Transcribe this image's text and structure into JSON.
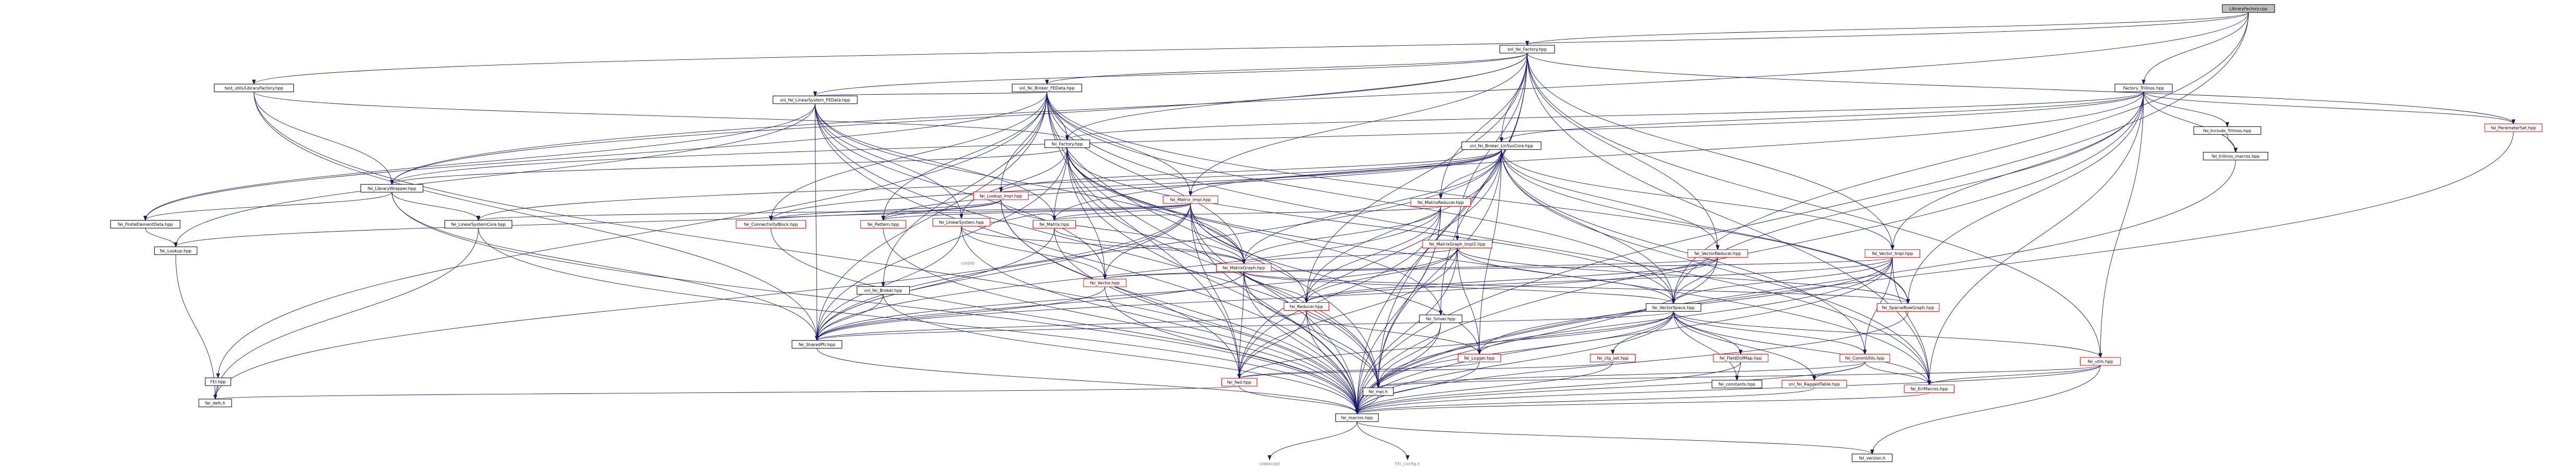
{
  "colors": {
    "edge": "#191970",
    "root_fill": "#bfbfbf",
    "node_fill": "#ffffff",
    "node_border": "#000000",
    "link_text": "#000000",
    "red_text": "#ff0000",
    "plain_text": "#7f7f7f"
  },
  "nodes": [
    {
      "id": "libfac",
      "label": "LibraryFactory.cpp",
      "style": "root"
    },
    {
      "id": "stdfac",
      "label": "snl_fei_Factory.hpp",
      "style": "normal"
    },
    {
      "id": "testlib",
      "label": "test_utils/LibraryFactory.hpp",
      "style": "normal"
    },
    {
      "id": "brokerfe",
      "label": "snl_fei_Broker_FEData.hpp",
      "style": "normal"
    },
    {
      "id": "factrilinos",
      "label": "Factory_Trilinos.hpp",
      "style": "normal"
    },
    {
      "id": "linsysfe",
      "label": "snl_fei_LinearSystem_FEData.hpp",
      "style": "normal"
    },
    {
      "id": "brokerlsc",
      "label": "snl_fei_Broker_LinSysCore.hpp",
      "style": "normal"
    },
    {
      "id": "incltri",
      "label": "fei_Include_Trilinos.hpp",
      "style": "normal"
    },
    {
      "id": "paramset",
      "label": "fei_ParameterSet.hpp",
      "style": "red"
    },
    {
      "id": "fac",
      "label": "fei_Factory.hpp",
      "style": "normal"
    },
    {
      "id": "trimacros",
      "label": "fei_trilinos_macros.hpp",
      "style": "normal"
    },
    {
      "id": "libwrap",
      "label": "fei_LibraryWrapper.hpp",
      "style": "normal"
    },
    {
      "id": "lookupimpl",
      "label": "fei_Lookup_Impl.hpp",
      "style": "red"
    },
    {
      "id": "linsys",
      "label": "fei_LinearSystem.hpp",
      "style": "red"
    },
    {
      "id": "matimpl",
      "label": "fei_Matrix_Impl.hpp",
      "style": "red"
    },
    {
      "id": "matreducer",
      "label": "fei_MatrixReducer.hpp",
      "style": "red"
    },
    {
      "id": "fieldeff",
      "label": "fei_FiniteElementData.hpp",
      "style": "normal"
    },
    {
      "id": "lsc",
      "label": "fei_LinearSystemCore.hpp",
      "style": "normal"
    },
    {
      "id": "connblock",
      "label": "fei_ConnectivityBlock.hpp",
      "style": "red"
    },
    {
      "id": "pattern",
      "label": "fei_Pattern.hpp",
      "style": "red"
    },
    {
      "id": "matrix",
      "label": "fei_Matrix.hpp",
      "style": "red"
    },
    {
      "id": "matgraphimpl",
      "label": "fei_MatrixGraph_Impl2.hpp",
      "style": "red"
    },
    {
      "id": "vecreducer",
      "label": "fei_VectorReducer.hpp",
      "style": "red"
    },
    {
      "id": "vecimpl",
      "label": "fei_Vector_Impl.hpp",
      "style": "red"
    },
    {
      "id": "lookup",
      "label": "fei_Lookup.hpp",
      "style": "normal"
    },
    {
      "id": "cstdlib",
      "label": "cstdlib",
      "style": "plain"
    },
    {
      "id": "matgraph",
      "label": "fei_MatrixGraph.hpp",
      "style": "red"
    },
    {
      "id": "vector",
      "label": "fei_Vector.hpp",
      "style": "red"
    },
    {
      "id": "broker",
      "label": "snl_fei_Broker.hpp",
      "style": "normal"
    },
    {
      "id": "reducer",
      "label": "fei_Reducer.hpp",
      "style": "red"
    },
    {
      "id": "solver",
      "label": "fei_Solver.hpp",
      "style": "normal"
    },
    {
      "id": "vecspace",
      "label": "fei_VectorSpace.hpp",
      "style": "normal"
    },
    {
      "id": "spfg",
      "label": "fei_SparseRowGraph.hpp",
      "style": "red"
    },
    {
      "id": "shptr",
      "label": "fei_SharedPtr.hpp",
      "style": "normal"
    },
    {
      "id": "logger",
      "label": "fei_Logger.hpp",
      "style": "red"
    },
    {
      "id": "ctgset",
      "label": "fei_ctg_set.hpp",
      "style": "red"
    },
    {
      "id": "fielddof",
      "label": "fei_FieldDofMap.hpp",
      "style": "red"
    },
    {
      "id": "commutils",
      "label": "fei_CommUtils.hpp",
      "style": "red"
    },
    {
      "id": "utils",
      "label": "fei_utils.hpp",
      "style": "red"
    },
    {
      "id": "fei",
      "label": "FEI.hpp",
      "style": "normal"
    },
    {
      "id": "fwd",
      "label": "fei_fwd.hpp",
      "style": "red"
    },
    {
      "id": "mpi",
      "label": "fei_mpi.h",
      "style": "normal"
    },
    {
      "id": "constants",
      "label": "fei_constants.hpp",
      "style": "normal"
    },
    {
      "id": "raggedtable",
      "label": "snl_fei_RaggedTable.hpp",
      "style": "red"
    },
    {
      "id": "errmacros",
      "label": "fei_ErrMacros.hpp",
      "style": "red"
    },
    {
      "id": "defs",
      "label": "fei_defs.h",
      "style": "normal"
    },
    {
      "id": "macros",
      "label": "fei_macros.hpp",
      "style": "normal"
    },
    {
      "id": "version",
      "label": "fei_version.h",
      "style": "normal"
    },
    {
      "id": "stdexcept",
      "label": "stdexcept",
      "style": "plain"
    },
    {
      "id": "feiconfig",
      "label": "FEI_config.h",
      "style": "plain"
    }
  ],
  "edges": [
    [
      "libfac",
      "stdfac"
    ],
    [
      "libfac",
      "testlib"
    ],
    [
      "libfac",
      "factrilinos"
    ],
    [
      "libfac",
      "libwrap"
    ],
    [
      "libfac",
      "macros"
    ],
    [
      "libfac",
      "vecspace"
    ],
    [
      "stdfac",
      "fac"
    ],
    [
      "stdfac",
      "brokerfe"
    ],
    [
      "stdfac",
      "brokerlsc"
    ],
    [
      "stdfac",
      "matimpl"
    ],
    [
      "stdfac",
      "matreducer"
    ],
    [
      "stdfac",
      "vecimpl"
    ],
    [
      "stdfac",
      "vecreducer"
    ],
    [
      "stdfac",
      "matgraphimpl"
    ],
    [
      "stdfac",
      "solver"
    ],
    [
      "stdfac",
      "reducer"
    ],
    [
      "stdfac",
      "libwrap"
    ],
    [
      "stdfac",
      "macros"
    ],
    [
      "stdfac",
      "paramset"
    ],
    [
      "stdfac",
      "utils"
    ],
    [
      "stdfac",
      "errmacros"
    ],
    [
      "stdfac",
      "mpi"
    ],
    [
      "stdfac",
      "linsysfe"
    ],
    [
      "testlib",
      "libwrap"
    ],
    [
      "testlib",
      "fac"
    ],
    [
      "testlib",
      "shptr"
    ],
    [
      "testlib",
      "macros"
    ],
    [
      "brokerfe",
      "fac"
    ],
    [
      "brokerfe",
      "broker"
    ],
    [
      "brokerfe",
      "fieldeff"
    ],
    [
      "brokerfe",
      "lookupimpl"
    ],
    [
      "brokerfe",
      "matgraph"
    ],
    [
      "brokerfe",
      "matimpl"
    ],
    [
      "brokerfe",
      "vecspace"
    ],
    [
      "brokerfe",
      "connblock"
    ],
    [
      "brokerfe",
      "pattern"
    ],
    [
      "brokerfe",
      "mpi"
    ],
    [
      "brokerfe",
      "fwd"
    ],
    [
      "brokerfe",
      "shptr"
    ],
    [
      "brokerfe",
      "macros"
    ],
    [
      "brokerfe",
      "fei"
    ],
    [
      "brokerfe",
      "errmacros"
    ],
    [
      "brokerfe",
      "spfg"
    ],
    [
      "brokerfe",
      "linsysfe"
    ],
    [
      "factrilinos",
      "fac"
    ],
    [
      "factrilinos",
      "incltri"
    ],
    [
      "factrilinos",
      "trimacros"
    ],
    [
      "factrilinos",
      "paramset"
    ],
    [
      "factrilinos",
      "brokerlsc"
    ],
    [
      "factrilinos",
      "matrix"
    ],
    [
      "factrilinos",
      "vecimpl"
    ],
    [
      "factrilinos",
      "utils"
    ],
    [
      "factrilinos",
      "errmacros"
    ],
    [
      "factrilinos",
      "macros"
    ],
    [
      "factrilinos",
      "vecspace"
    ],
    [
      "factrilinos",
      "spfg"
    ],
    [
      "factrilinos",
      "libwrap"
    ],
    [
      "linsysfe",
      "linsys"
    ],
    [
      "linsysfe",
      "fieldeff"
    ],
    [
      "linsysfe",
      "matrix"
    ],
    [
      "linsysfe",
      "vector"
    ],
    [
      "linsysfe",
      "matgraph"
    ],
    [
      "linsysfe",
      "shptr"
    ],
    [
      "linsysfe",
      "mpi"
    ],
    [
      "linsysfe",
      "macros"
    ],
    [
      "linsysfe",
      "lookup"
    ],
    [
      "brokerlsc",
      "lsc"
    ],
    [
      "brokerlsc",
      "lookupimpl"
    ],
    [
      "brokerlsc",
      "matimpl"
    ],
    [
      "brokerlsc",
      "matreducer"
    ],
    [
      "brokerlsc",
      "vecreducer"
    ],
    [
      "brokerlsc",
      "vecimpl"
    ],
    [
      "brokerlsc",
      "matgraph"
    ],
    [
      "brokerlsc",
      "vecspace"
    ],
    [
      "brokerlsc",
      "spfg"
    ],
    [
      "brokerlsc",
      "commutils"
    ],
    [
      "brokerlsc",
      "reducer"
    ],
    [
      "brokerlsc",
      "fwd"
    ],
    [
      "brokerlsc",
      "mpi"
    ],
    [
      "brokerlsc",
      "errmacros"
    ],
    [
      "brokerlsc",
      "shptr"
    ],
    [
      "brokerlsc",
      "connblock"
    ],
    [
      "brokerlsc",
      "pattern"
    ],
    [
      "brokerlsc",
      "logger"
    ],
    [
      "incltri",
      "trimacros"
    ],
    [
      "trimacros",
      "macros"
    ],
    [
      "paramset",
      "macros"
    ],
    [
      "fac",
      "libwrap"
    ],
    [
      "fac",
      "linsys"
    ],
    [
      "fac",
      "matrix"
    ],
    [
      "fac",
      "vector"
    ],
    [
      "fac",
      "matgraph"
    ],
    [
      "fac",
      "vecspace"
    ],
    [
      "fac",
      "solver"
    ],
    [
      "fac",
      "shptr"
    ],
    [
      "fac",
      "macros"
    ],
    [
      "fac",
      "mpi"
    ],
    [
      "fac",
      "errmacros"
    ],
    [
      "libwrap",
      "fieldeff"
    ],
    [
      "libwrap",
      "lsc"
    ],
    [
      "libwrap",
      "shptr"
    ],
    [
      "libwrap",
      "macros"
    ],
    [
      "lookupimpl",
      "connblock"
    ],
    [
      "lookupimpl",
      "pattern"
    ],
    [
      "lookupimpl",
      "matgraph"
    ],
    [
      "lookupimpl",
      "lookup"
    ],
    [
      "lookupimpl",
      "macros"
    ],
    [
      "lookupimpl",
      "fwd"
    ],
    [
      "linsys",
      "matrix"
    ],
    [
      "linsys",
      "vector"
    ],
    [
      "linsys",
      "matgraph"
    ],
    [
      "linsys",
      "shptr"
    ],
    [
      "linsys",
      "macros"
    ],
    [
      "matimpl",
      "matrix"
    ],
    [
      "matimpl",
      "matgraph"
    ],
    [
      "matimpl",
      "vector"
    ],
    [
      "matimpl",
      "lsc"
    ],
    [
      "matimpl",
      "connblock"
    ],
    [
      "matimpl",
      "pattern"
    ],
    [
      "matimpl",
      "reducer"
    ],
    [
      "matimpl",
      "logger"
    ],
    [
      "matimpl",
      "shptr"
    ],
    [
      "matimpl",
      "defs"
    ],
    [
      "matimpl",
      "mpi"
    ],
    [
      "matimpl",
      "fwd"
    ],
    [
      "matimpl",
      "macros"
    ],
    [
      "matreducer",
      "matrix"
    ],
    [
      "matreducer",
      "matgraph"
    ],
    [
      "matreducer",
      "reducer"
    ],
    [
      "matreducer",
      "shptr"
    ],
    [
      "matreducer",
      "macros"
    ],
    [
      "matreducer",
      "fwd"
    ],
    [
      "matreducer",
      "mpi"
    ],
    [
      "fieldeff",
      "lookup"
    ],
    [
      "lsc",
      "defs"
    ],
    [
      "lsc",
      "macros"
    ],
    [
      "connblock",
      "macros"
    ],
    [
      "pattern",
      "macros"
    ],
    [
      "matrix",
      "matgraph"
    ],
    [
      "matrix",
      "shptr"
    ],
    [
      "matrix",
      "macros"
    ],
    [
      "matgraphimpl",
      "matgraph"
    ],
    [
      "matgraphimpl",
      "vecspace"
    ],
    [
      "matgraphimpl",
      "reducer"
    ],
    [
      "matgraphimpl",
      "spfg"
    ],
    [
      "matgraphimpl",
      "logger"
    ],
    [
      "matgraphimpl",
      "shptr"
    ],
    [
      "matgraphimpl",
      "macros"
    ],
    [
      "matgraphimpl",
      "fwd"
    ],
    [
      "vecreducer",
      "vector"
    ],
    [
      "vecreducer",
      "reducer"
    ],
    [
      "vecreducer",
      "vecspace"
    ],
    [
      "vecreducer",
      "shptr"
    ],
    [
      "vecreducer",
      "macros"
    ],
    [
      "vecimpl",
      "vector"
    ],
    [
      "vecimpl",
      "vecspace"
    ],
    [
      "vecimpl",
      "reducer"
    ],
    [
      "vecimpl",
      "commutils"
    ],
    [
      "vecimpl",
      "logger"
    ],
    [
      "vecimpl",
      "errmacros"
    ],
    [
      "vecimpl",
      "macros"
    ],
    [
      "vecimpl",
      "mpi"
    ],
    [
      "lookup",
      "defs"
    ],
    [
      "matgraph",
      "vecspace"
    ],
    [
      "matgraph",
      "reducer"
    ],
    [
      "matgraph",
      "shptr"
    ],
    [
      "matgraph",
      "spfg"
    ],
    [
      "matgraph",
      "macros"
    ],
    [
      "matgraph",
      "fwd"
    ],
    [
      "matgraph",
      "mpi"
    ],
    [
      "vector",
      "shptr"
    ],
    [
      "vector",
      "macros"
    ],
    [
      "broker",
      "shptr"
    ],
    [
      "broker",
      "macros"
    ],
    [
      "reducer",
      "shptr"
    ],
    [
      "reducer",
      "logger"
    ],
    [
      "reducer",
      "fwd"
    ],
    [
      "reducer",
      "mpi"
    ],
    [
      "reducer",
      "macros"
    ],
    [
      "solver",
      "macros"
    ],
    [
      "solver",
      "mpi"
    ],
    [
      "vecspace",
      "shptr"
    ],
    [
      "vecspace",
      "logger"
    ],
    [
      "vecspace",
      "ctgset"
    ],
    [
      "vecspace",
      "fielddof"
    ],
    [
      "vecspace",
      "commutils"
    ],
    [
      "vecspace",
      "utils"
    ],
    [
      "vecspace",
      "constants"
    ],
    [
      "vecspace",
      "raggedtable"
    ],
    [
      "vecspace",
      "fwd"
    ],
    [
      "vecspace",
      "mpi"
    ],
    [
      "vecspace",
      "macros"
    ],
    [
      "vecspace",
      "errmacros"
    ],
    [
      "spfg",
      "macros"
    ],
    [
      "shptr",
      "macros"
    ],
    [
      "logger",
      "fwd"
    ],
    [
      "logger",
      "macros"
    ],
    [
      "ctgset",
      "fwd"
    ],
    [
      "ctgset",
      "macros"
    ],
    [
      "fielddof",
      "constants"
    ],
    [
      "fielddof",
      "macros"
    ],
    [
      "commutils",
      "mpi"
    ],
    [
      "commutils",
      "raggedtable"
    ],
    [
      "commutils",
      "errmacros"
    ],
    [
      "commutils",
      "macros"
    ],
    [
      "utils",
      "mpi"
    ],
    [
      "utils",
      "macros"
    ],
    [
      "utils",
      "version"
    ],
    [
      "utils",
      "errmacros"
    ],
    [
      "fei",
      "defs"
    ],
    [
      "fwd",
      "defs"
    ],
    [
      "fwd",
      "macros"
    ],
    [
      "mpi",
      "macros"
    ],
    [
      "raggedtable",
      "macros"
    ],
    [
      "errmacros",
      "macros"
    ],
    [
      "macros",
      "version"
    ],
    [
      "macros",
      "stdexcept"
    ],
    [
      "macros",
      "feiconfig"
    ]
  ]
}
